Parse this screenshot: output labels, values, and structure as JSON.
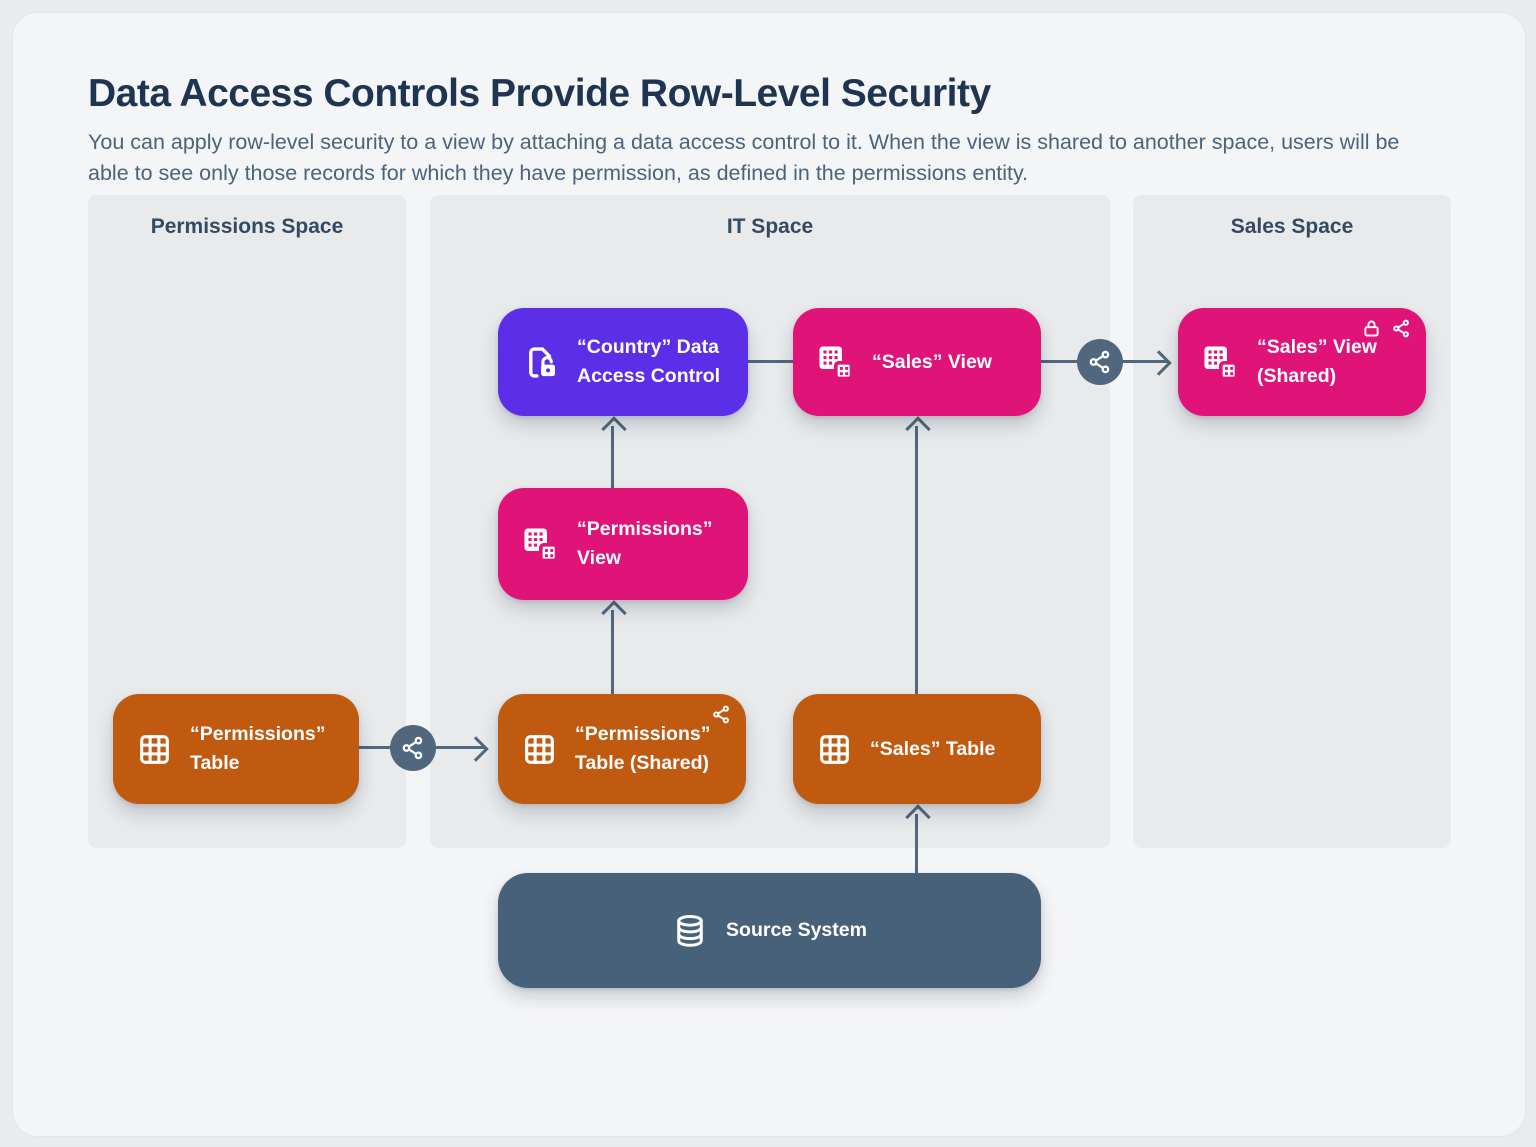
{
  "page": {
    "title": "Data Access Controls Provide Row-Level Security",
    "subtitle": "You can apply row-level security to a view by attaching a data access control to it. When the view is shared to another space, users will be able to see only those records for which they have permission, as defined in the permissions entity."
  },
  "colors": {
    "table": "#c05a11",
    "view": "#e01379",
    "access_control": "#5b2fe8",
    "source": "#48617b",
    "connector": "#51677d"
  },
  "panels": [
    {
      "id": "permissions-space",
      "label": "Permissions Space"
    },
    {
      "id": "it-space",
      "label": "IT Space"
    },
    {
      "id": "sales-space",
      "label": "Sales Space"
    }
  ],
  "nodes": {
    "permissions_table": {
      "lines": [
        "“Permissions”",
        "Table"
      ],
      "icon": "table-icon"
    },
    "permissions_table_shared": {
      "lines": [
        "“Permissions”",
        "Table (Shared)"
      ],
      "icon": "table-icon",
      "badges": [
        "share-icon"
      ]
    },
    "permissions_view": {
      "lines": [
        "“Permissions”",
        "View"
      ],
      "icon": "view-icon"
    },
    "country_dac": {
      "lines": [
        "“Country” Data",
        "Access Control"
      ],
      "icon": "data-access-control-icon"
    },
    "sales_table": {
      "lines": [
        "“Sales” Table"
      ],
      "icon": "table-icon"
    },
    "sales_view": {
      "lines": [
        "“Sales” View"
      ],
      "icon": "view-icon"
    },
    "sales_view_shared": {
      "lines": [
        "“Sales” View",
        "(Shared)"
      ],
      "icon": "view-icon",
      "badges": [
        "lock-icon",
        "share-icon"
      ]
    },
    "source_system": {
      "lines": [
        "Source System"
      ],
      "icon": "database-icon"
    }
  }
}
